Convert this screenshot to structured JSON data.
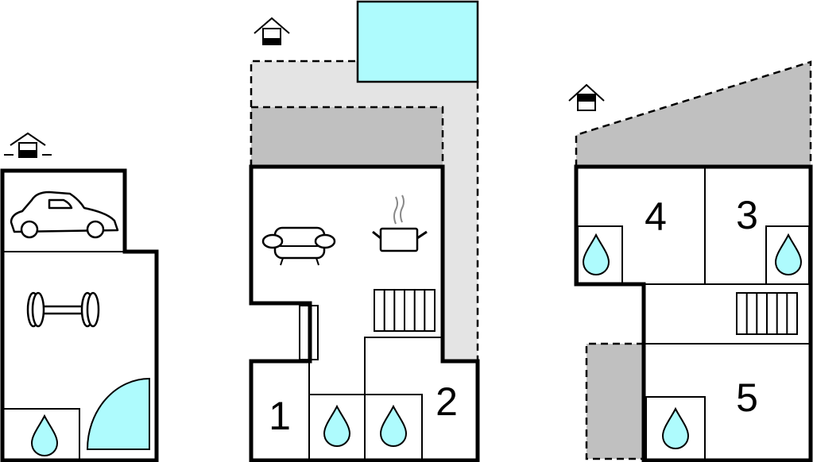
{
  "colors": {
    "water": "#aefbfd",
    "terrace_light": "#e4e4e4",
    "terrace_dark": "#c0c0c0",
    "wall": "#000000"
  },
  "floors": [
    {
      "name": "basement",
      "icons": [
        "floor-level-icon",
        "car-icon",
        "dumbbell-icon",
        "water-drop-icon",
        "shower-icon"
      ]
    },
    {
      "name": "ground-floor",
      "rooms": [
        {
          "label": "1"
        },
        {
          "label": "2"
        }
      ],
      "icons": [
        "floor-level-icon",
        "pool-icon",
        "sofa-icon",
        "cooking-pot-icon",
        "stairs-icon",
        "water-drop-icon"
      ]
    },
    {
      "name": "upper-floor",
      "rooms": [
        {
          "label": "4"
        },
        {
          "label": "3"
        },
        {
          "label": "5"
        }
      ],
      "icons": [
        "floor-level-icon",
        "stairs-icon",
        "water-drop-icon"
      ]
    }
  ]
}
